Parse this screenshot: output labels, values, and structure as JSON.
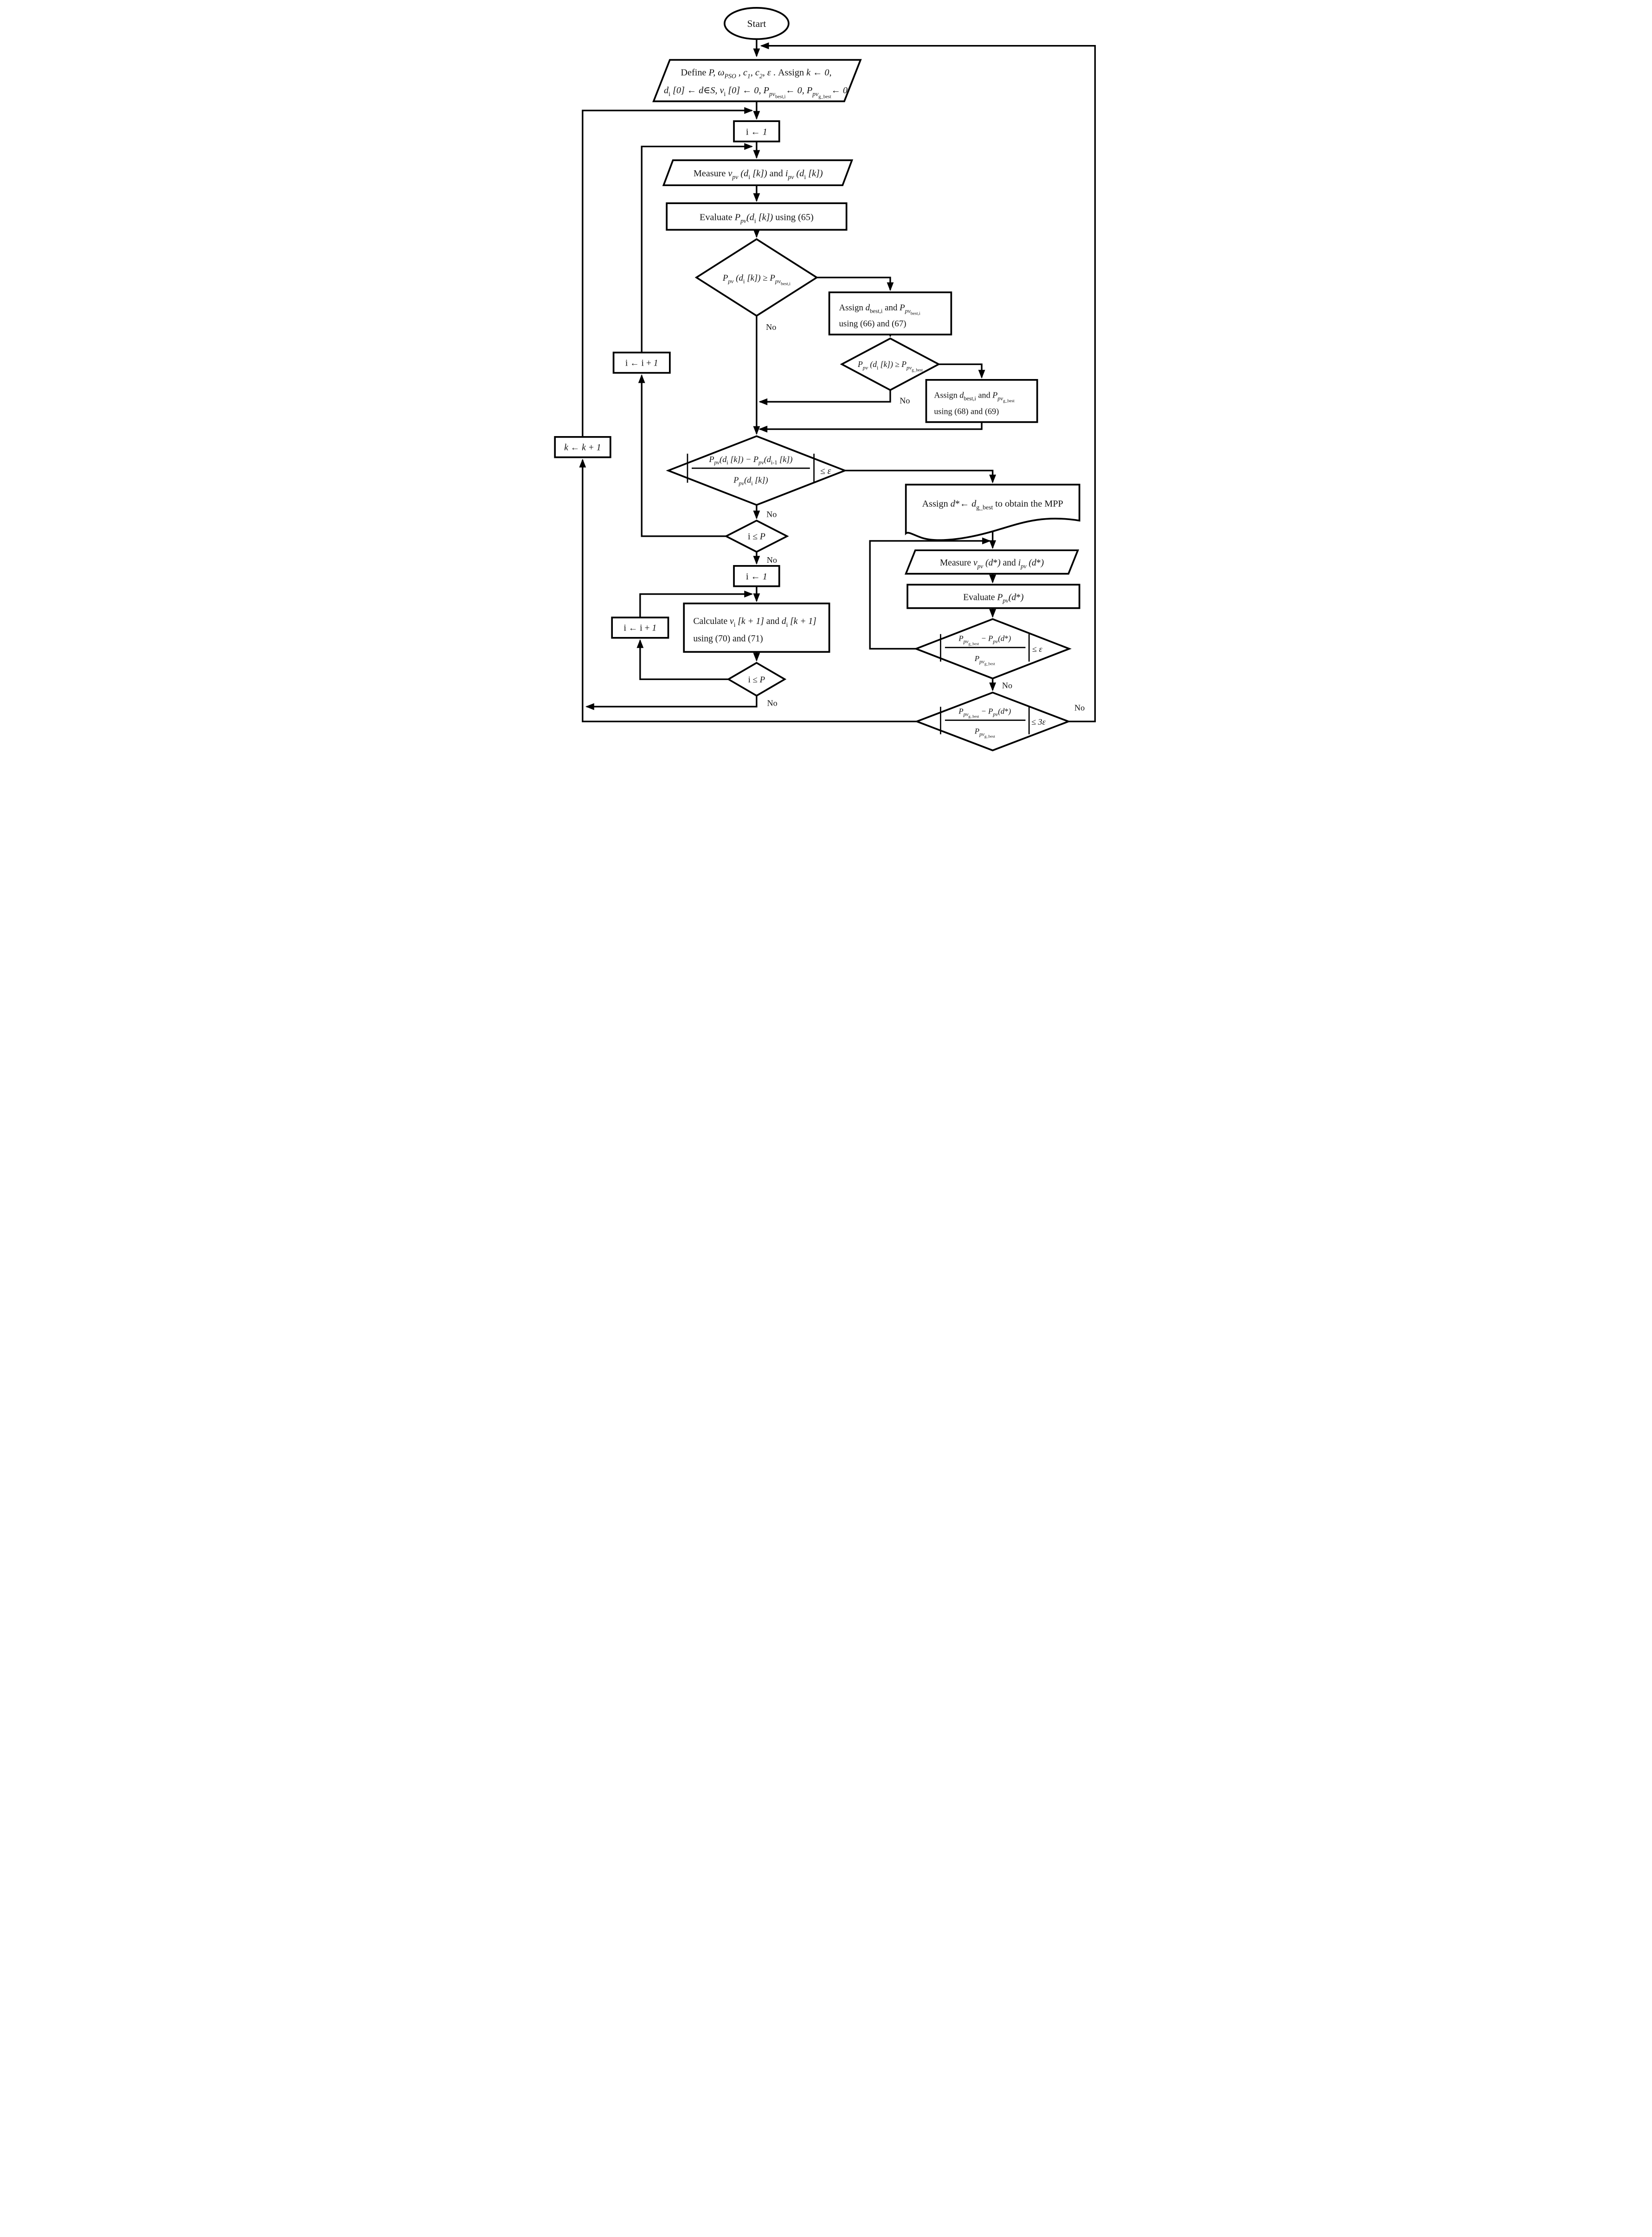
{
  "diagram_type": "flowchart",
  "accent_color": "#000000",
  "background_color": "#ffffff",
  "labels": {
    "no": "No",
    "start": "Start"
  },
  "nodes": {
    "define": {
      "line1": [
        {
          "t": "Define "
        },
        {
          "t": "P, ",
          "i": 1
        },
        {
          "t": "ω",
          "i": 1
        },
        {
          "t": "PSO",
          "d": 1,
          "i": 1
        },
        {
          "t": " , ",
          "i": 1
        },
        {
          "t": "c",
          "i": 1
        },
        {
          "t": "1",
          "d": 1,
          "i": 1
        },
        {
          "t": ", ",
          "i": 1
        },
        {
          "t": "c",
          "i": 1
        },
        {
          "t": "2",
          "d": 1,
          "i": 1
        },
        {
          "t": ", ",
          "i": 1
        },
        {
          "t": "ε",
          "i": 1
        },
        {
          "t": " . "
        },
        {
          "t": "Assign  "
        },
        {
          "t": "k",
          "i": 1
        },
        {
          "t": " ← 0,",
          "i": 1
        }
      ],
      "line2": [
        {
          "t": "d",
          "i": 1
        },
        {
          "t": "i",
          "d": 1
        },
        {
          "t": " [0] ← ",
          "i": 1
        },
        {
          "t": "d",
          "i": 1
        },
        {
          "t": "∈"
        },
        {
          "t": "S, ",
          "i": 1
        },
        {
          "t": "v",
          "i": 1
        },
        {
          "t": "i",
          "d": 1
        },
        {
          "t": " [0] ← 0, ",
          "i": 1
        },
        {
          "t": "P",
          "i": 1
        },
        {
          "t": "pv",
          "d": 1,
          "i": 1
        },
        {
          "t": "best,i",
          "d": 2
        },
        {
          "t": "← 0, ",
          "i": 1
        },
        {
          "t": "P",
          "i": 1
        },
        {
          "t": "pv",
          "d": 1,
          "i": 1
        },
        {
          "t": "g_best",
          "d": 2
        },
        {
          "t": "← 0",
          "i": 1
        }
      ]
    },
    "init_i": {
      "label": [
        {
          "t": "i ← "
        },
        {
          "t": "1",
          "i": 1
        }
      ]
    },
    "measure_k": {
      "label": [
        {
          "t": "Measure "
        },
        {
          "t": "v",
          "i": 1
        },
        {
          "t": "pv",
          "d": 1,
          "i": 1
        },
        {
          "t": " (",
          "i": 1
        },
        {
          "t": "d",
          "i": 1
        },
        {
          "t": "i",
          "d": 1
        },
        {
          "t": " [k]) ",
          "i": 1
        },
        {
          "t": "and "
        },
        {
          "t": "i",
          "i": 1
        },
        {
          "t": "pv",
          "d": 1,
          "i": 1
        },
        {
          "t": " (",
          "i": 1
        },
        {
          "t": "d",
          "i": 1
        },
        {
          "t": "i",
          "d": 1
        },
        {
          "t": " [k])",
          "i": 1
        }
      ]
    },
    "evaluate_k": {
      "label": [
        {
          "t": "Evaluate "
        },
        {
          "t": "P",
          "i": 1
        },
        {
          "t": "pv",
          "d": 1,
          "i": 1
        },
        {
          "t": "(",
          "i": 1
        },
        {
          "t": "d",
          "i": 1
        },
        {
          "t": "i",
          "d": 1
        },
        {
          "t": " [k]) ",
          "i": 1
        },
        {
          "t": "using (65)"
        }
      ]
    },
    "cond_pbest": {
      "label": [
        {
          "t": "P",
          "i": 1
        },
        {
          "t": "pv",
          "d": 1,
          "i": 1
        },
        {
          "t": " (",
          "i": 1
        },
        {
          "t": "d",
          "i": 1
        },
        {
          "t": "i",
          "d": 1
        },
        {
          "t": " [k]) ",
          "i": 1
        },
        {
          "t": "≥ "
        },
        {
          "t": "P",
          "i": 1
        },
        {
          "t": "pv",
          "d": 1,
          "i": 1
        },
        {
          "t": "best,i",
          "d": 2
        }
      ]
    },
    "assign_best": {
      "line1": [
        {
          "t": "Assign  "
        },
        {
          "t": "d",
          "i": 1
        },
        {
          "t": "best,i",
          "d": 1
        },
        {
          "t": "  and  "
        },
        {
          "t": "P",
          "i": 1
        },
        {
          "t": "pv",
          "d": 1,
          "i": 1
        },
        {
          "t": "best,i",
          "d": 2
        }
      ],
      "line2": "using (66) and (67)"
    },
    "cond_gbest": {
      "label": [
        {
          "t": "P",
          "i": 1
        },
        {
          "t": "pv",
          "d": 1,
          "i": 1
        },
        {
          "t": " (",
          "i": 1
        },
        {
          "t": "d",
          "i": 1
        },
        {
          "t": "i",
          "d": 1
        },
        {
          "t": " [k]) ",
          "i": 1
        },
        {
          "t": "≥ "
        },
        {
          "t": "P",
          "i": 1
        },
        {
          "t": "pv",
          "d": 1,
          "i": 1
        },
        {
          "t": "g_best",
          "d": 2
        }
      ]
    },
    "assign_gbest": {
      "line1": [
        {
          "t": "Assign  "
        },
        {
          "t": "d",
          "i": 1
        },
        {
          "t": "best,i",
          "d": 1
        },
        {
          "t": "  and  "
        },
        {
          "t": "P",
          "i": 1
        },
        {
          "t": "pv",
          "d": 1,
          "i": 1
        },
        {
          "t": "g_best",
          "d": 2
        }
      ],
      "line2": "using (68) and (69)"
    },
    "cond_converge": {
      "num": [
        {
          "t": "P",
          "i": 1
        },
        {
          "t": "pv",
          "d": 1,
          "i": 1
        },
        {
          "t": "(",
          "i": 1
        },
        {
          "t": "d",
          "i": 1
        },
        {
          "t": "i",
          "d": 1
        },
        {
          "t": " [k]) − ",
          "i": 1
        },
        {
          "t": "P",
          "i": 1
        },
        {
          "t": "pv",
          "d": 1,
          "i": 1
        },
        {
          "t": "(",
          "i": 1
        },
        {
          "t": "d",
          "i": 1
        },
        {
          "t": "i-1",
          "d": 1
        },
        {
          "t": " [k])",
          "i": 1
        }
      ],
      "den": [
        {
          "t": "P",
          "i": 1
        },
        {
          "t": "pv",
          "d": 1,
          "i": 1
        },
        {
          "t": "(",
          "i": 1
        },
        {
          "t": "d",
          "i": 1
        },
        {
          "t": "i",
          "d": 1
        },
        {
          "t": " [k])",
          "i": 1
        }
      ],
      "rhs": [
        {
          "t": "≤ "
        },
        {
          "t": "ε",
          "i": 1
        }
      ]
    },
    "k_inc": {
      "label": [
        {
          "t": "k",
          "i": 1
        },
        {
          "t": " ← ",
          "i": 1
        },
        {
          "t": "k",
          "i": 1
        },
        {
          "t": " + 1",
          "i": 1
        }
      ]
    },
    "i_inc_a": {
      "label": [
        {
          "t": "i ← i + "
        },
        {
          "t": "1",
          "i": 1
        }
      ]
    },
    "i_inc_b": {
      "label": [
        {
          "t": "i ← i + "
        },
        {
          "t": "1",
          "i": 1
        }
      ]
    },
    "cond_iP_a": {
      "label": [
        {
          "t": "i ≤ "
        },
        {
          "t": "P",
          "i": 1
        }
      ]
    },
    "reinit_i": {
      "label": [
        {
          "t": "i ← "
        },
        {
          "t": "1",
          "i": 1
        }
      ]
    },
    "calc": {
      "line1": [
        {
          "t": "Calculate "
        },
        {
          "t": "v",
          "i": 1
        },
        {
          "t": "i",
          "d": 1
        },
        {
          "t": " [k + 1] ",
          "i": 1
        },
        {
          "t": "and "
        },
        {
          "t": "d",
          "i": 1
        },
        {
          "t": "i",
          "d": 1
        },
        {
          "t": " [k + 1]",
          "i": 1
        }
      ],
      "line2": "using (70) and (71)"
    },
    "cond_iP_b": {
      "label": [
        {
          "t": "i ≤ "
        },
        {
          "t": "P",
          "i": 1
        }
      ]
    },
    "assign_dstar": {
      "label": [
        {
          "t": "Assign  "
        },
        {
          "t": "d",
          "i": 1
        },
        {
          "t": "*"
        },
        {
          "t": "← ",
          "i": 1
        },
        {
          "t": "d",
          "i": 1
        },
        {
          "t": "g_best",
          "d": 1
        },
        {
          "t": " to obtain the MPP"
        }
      ]
    },
    "measure_star": {
      "label": [
        {
          "t": "Measure "
        },
        {
          "t": "v",
          "i": 1
        },
        {
          "t": "pv",
          "d": 1,
          "i": 1
        },
        {
          "t": " (",
          "i": 1
        },
        {
          "t": "d",
          "i": 1
        },
        {
          "t": "*"
        },
        {
          "t": ") ",
          "i": 1
        },
        {
          "t": "and  "
        },
        {
          "t": "i",
          "i": 1
        },
        {
          "t": "pv",
          "d": 1,
          "i": 1
        },
        {
          "t": " (",
          "i": 1
        },
        {
          "t": "d",
          "i": 1
        },
        {
          "t": "*"
        },
        {
          "t": ")",
          "i": 1
        }
      ]
    },
    "evaluate_star": {
      "label": [
        {
          "t": "Evaluate  "
        },
        {
          "t": "P",
          "i": 1
        },
        {
          "t": "pv",
          "d": 1,
          "i": 1
        },
        {
          "t": "(",
          "i": 1
        },
        {
          "t": "d",
          "i": 1
        },
        {
          "t": "*"
        },
        {
          "t": ")",
          "i": 1
        }
      ]
    },
    "cond_eps": {
      "num": [
        {
          "t": "P",
          "i": 1
        },
        {
          "t": "pv",
          "d": 1,
          "i": 1
        },
        {
          "t": "g_best",
          "d": 2
        },
        {
          "t": " − ",
          "i": 1
        },
        {
          "t": "P",
          "i": 1
        },
        {
          "t": "pv",
          "d": 1,
          "i": 1
        },
        {
          "t": "(",
          "i": 1
        },
        {
          "t": "d",
          "i": 1
        },
        {
          "t": "*"
        },
        {
          "t": ")",
          "i": 1
        }
      ],
      "den": [
        {
          "t": "P",
          "i": 1
        },
        {
          "t": "pv",
          "d": 1,
          "i": 1
        },
        {
          "t": "g_best",
          "d": 2
        }
      ],
      "rhs": [
        {
          "t": "≤  "
        },
        {
          "t": "ε",
          "i": 1
        }
      ]
    },
    "cond_3eps": {
      "num": [
        {
          "t": "P",
          "i": 1
        },
        {
          "t": "pv",
          "d": 1,
          "i": 1
        },
        {
          "t": "g_best",
          "d": 2
        },
        {
          "t": " − ",
          "i": 1
        },
        {
          "t": "P",
          "i": 1
        },
        {
          "t": "pv",
          "d": 1,
          "i": 1
        },
        {
          "t": "(",
          "i": 1
        },
        {
          "t": "d",
          "i": 1
        },
        {
          "t": "*"
        },
        {
          "t": ")",
          "i": 1
        }
      ],
      "den": [
        {
          "t": "P",
          "i": 1
        },
        {
          "t": "pv",
          "d": 1,
          "i": 1
        },
        {
          "t": "g_best",
          "d": 2
        }
      ],
      "rhs": [
        {
          "t": "≤ 3",
          "i": 1
        },
        {
          "t": "ε",
          "i": 1
        }
      ]
    }
  }
}
